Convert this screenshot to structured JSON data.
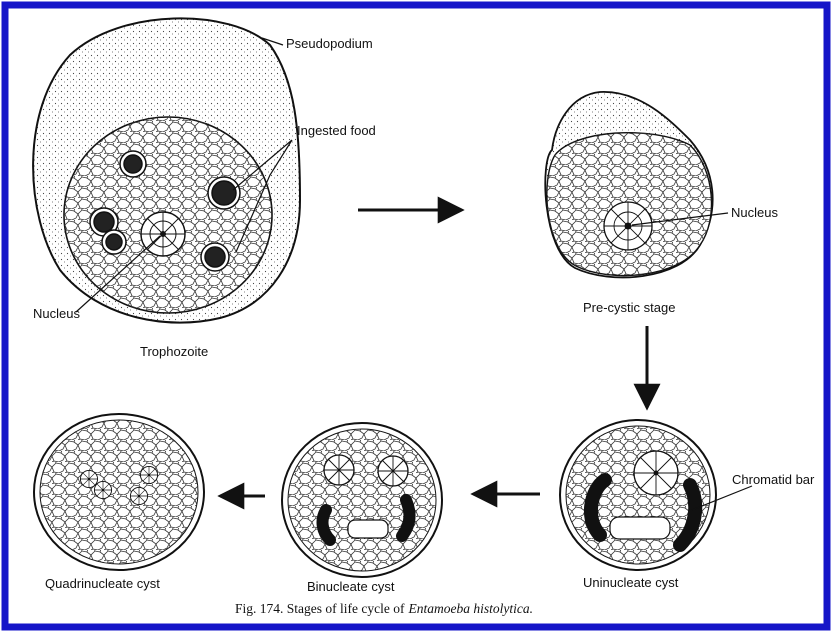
{
  "frame_color": "#1515c8",
  "labels": {
    "pseudopodium": "Pseudopodium",
    "ingested_food": "Ingested food",
    "nucleus_troph": "Nucleus",
    "trophozoite": "Trophozoite",
    "nucleus_precystic": "Nucleus",
    "precystic": "Pre-cystic stage",
    "chromatid_bar": "Chromatid bar",
    "uninucleate": "Uninucleate cyst",
    "binucleate": "Binucleate cyst",
    "quadrinucleate": "Quadrinucleate cyst"
  },
  "caption": {
    "prefix": "Fig. 174. Stages of life cycle of",
    "species": "Entamoeba histolytica."
  }
}
